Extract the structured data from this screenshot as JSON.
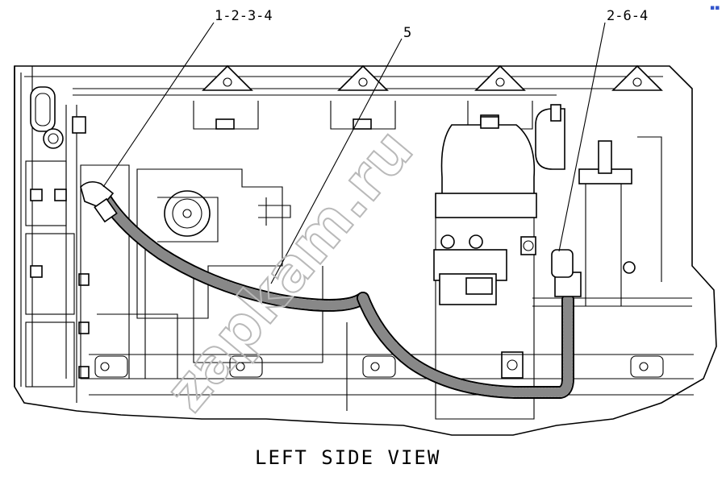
{
  "callouts": [
    {
      "id": "c1",
      "text": "1-2-3-4"
    },
    {
      "id": "c2",
      "text": "5"
    },
    {
      "id": "c3",
      "text": "2-6-4"
    }
  ],
  "caption": "LEFT SIDE VIEW",
  "watermark": "zapkam.ru",
  "colors": {
    "line": "#000000",
    "watermark": "#b9b9b9",
    "background": "#ffffff"
  }
}
